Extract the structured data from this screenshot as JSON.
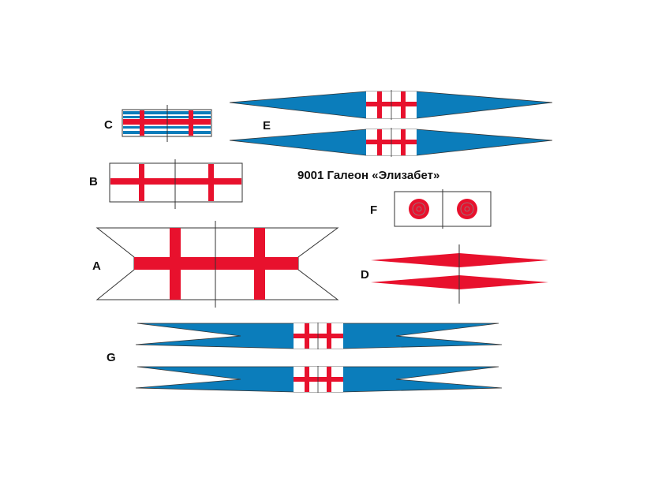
{
  "title": "9001 Галеон «Элизабет»",
  "labels": {
    "a": "A",
    "b": "B",
    "c": "C",
    "d": "D",
    "e": "E",
    "f": "F",
    "g": "G"
  },
  "colors": {
    "red": "#e8112d",
    "blue": "#0b7dbb",
    "outline": "#333333"
  }
}
